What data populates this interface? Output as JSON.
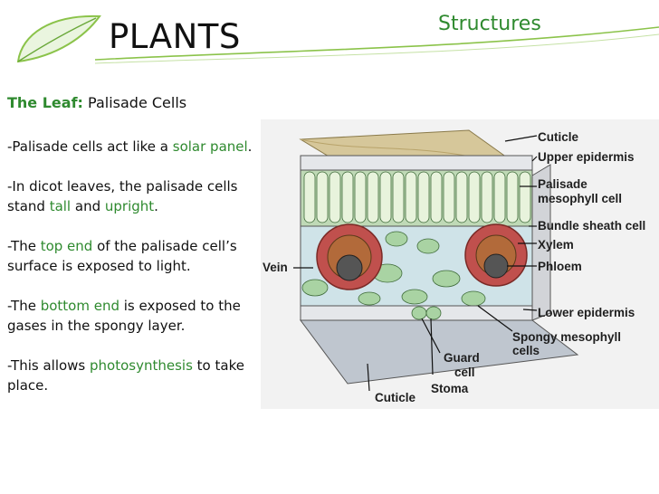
{
  "header": {
    "title": "PLANTS",
    "section": "Structures",
    "accent_color": "#2f8a2f",
    "logo_icon": "leaf-icon"
  },
  "slide": {
    "heading_lead": "The Leaf:",
    "heading_rest": "Palisade Cells",
    "bullet1": {
      "pre": "-Palisade cells act like a ",
      "hl": "solar panel",
      "post": "."
    },
    "bullet2": {
      "pre": "-In dicot leaves, the palisade cells stand ",
      "hl1": "tall",
      "mid": " and ",
      "hl2": "upright",
      "post": "."
    },
    "bullet3": {
      "pre": "-The ",
      "hl": "top end",
      "post": " of the palisade cell’s surface is exposed to light."
    },
    "bullet4": {
      "pre": "-The ",
      "hl": "bottom end",
      "post": " is exposed to the gases in the spongy layer."
    },
    "bullet5": {
      "pre": "-This allows ",
      "hl": "photosynthesis",
      "post": " to take place."
    }
  },
  "diagram": {
    "labels": {
      "cuticle_top": "Cuticle",
      "upper_epidermis": "Upper epidermis",
      "palisade_1": "Palisade",
      "palisade_2": "mesophyll cell",
      "bundle_sheath": "Bundle sheath cell",
      "xylem": "Xylem",
      "phloem": "Phloem",
      "vein": "Vein",
      "lower_epidermis": "Lower epidermis",
      "spongy_1": "Spongy mesophyll",
      "spongy_2": "cells",
      "guard_1": "Guard",
      "guard_2": "cell",
      "stoma": "Stoma",
      "cuticle_bottom": "Cuticle"
    }
  }
}
